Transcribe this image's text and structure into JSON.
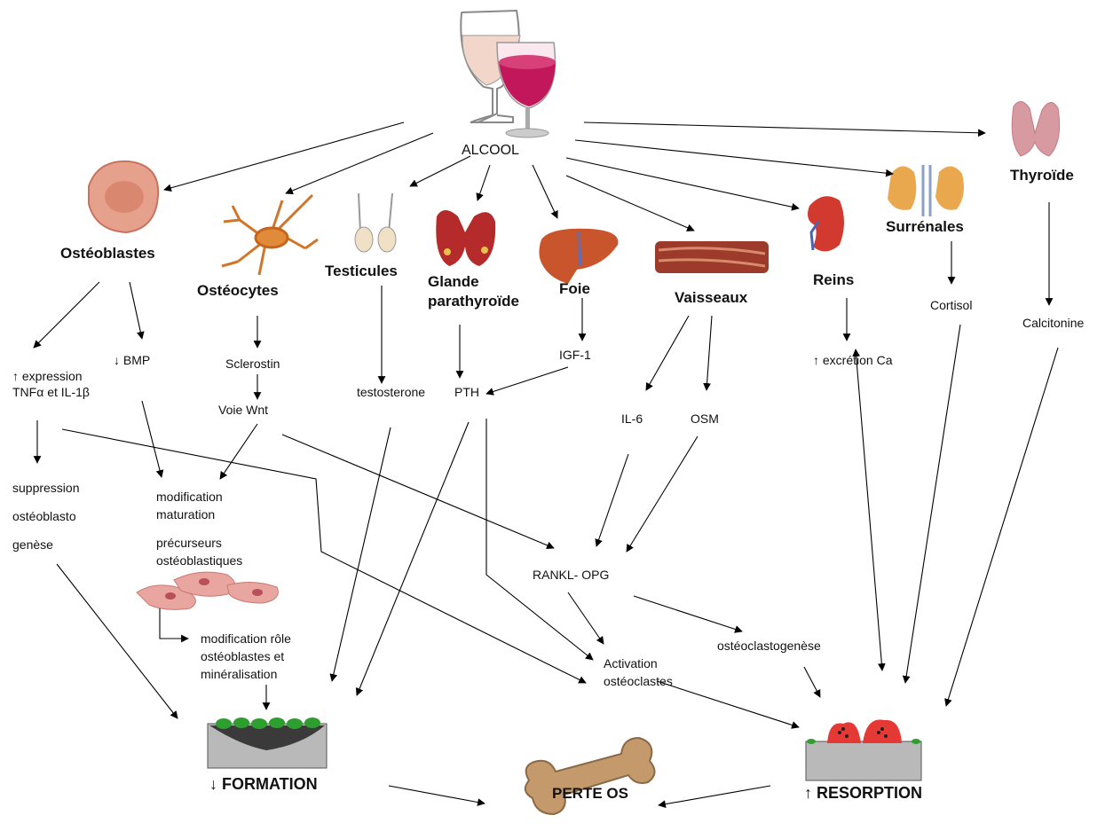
{
  "center": "ALCOOL",
  "organs": {
    "osteoblastes": "Ostéoblastes",
    "osteocytes": "Ostéocytes",
    "testicules": "Testicules",
    "parathyroide_1": "Glande",
    "parathyroide_2": "parathyroïde",
    "foie": "Foie",
    "vaisseaux": "Vaisseaux",
    "reins": "Reins",
    "surrenales": "Surrénales",
    "thyroide": "Thyroïde"
  },
  "mediators": {
    "expression_1": "↑ expression",
    "expression_2": "TNFα et IL-1β",
    "bmp": "↓ BMP",
    "sclerostin": "Sclerostin",
    "wnt": "Voie Wnt",
    "testosterone": "testosterone",
    "pth": "PTH",
    "igf1": "IGF-1",
    "il6": "IL-6",
    "osm": "OSM",
    "excretion": "↑ excrétion Ca",
    "cortisol": "Cortisol",
    "calcitonine": "Calcitonine"
  },
  "processes": {
    "suppression_1": "suppression",
    "suppression_2": "ostéoblasto",
    "suppression_3": "genèse",
    "maturation_1": "modification",
    "maturation_2": "maturation",
    "precurseurs_1": "précurseurs",
    "precurseurs_2": "ostéoblastiques",
    "role_1": "modification rôle",
    "role_2": "ostéoblastes et",
    "role_3": "minéralisation",
    "rankl": "RANKL- OPG",
    "activation_1": "Activation",
    "activation_2": "ostéoclastes",
    "osteoclastogenese": "ostéoclastogenèse"
  },
  "outcomes": {
    "formation": "↓ FORMATION",
    "perte": "PERTE OS",
    "resorption": "↑ RESORPTION"
  },
  "colors": {
    "wine": "#c2185b",
    "bone": "#c49a6c",
    "osteoclast": "#e53935",
    "cell_green": "#2e9e2e",
    "bone_block": "#b9b9b9",
    "cell_pink": "#e9a6a0",
    "kidney": "#d23a2f",
    "liver": "#c8552b",
    "vessel": "#9c3b2b"
  }
}
